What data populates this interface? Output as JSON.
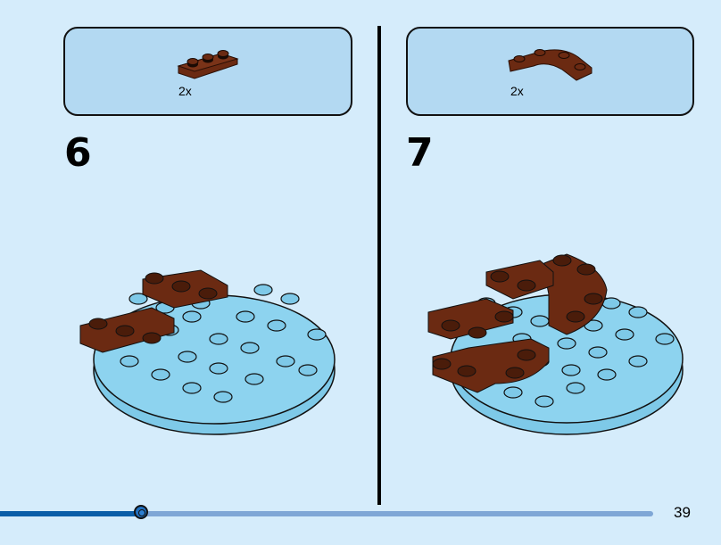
{
  "steps": [
    {
      "number": "6",
      "parts": [
        {
          "name": "brown plate 1x3",
          "quantity": "2x",
          "color": "#6b2a12"
        }
      ],
      "base_color": "#7ec9e8"
    },
    {
      "number": "7",
      "parts": [
        {
          "name": "brown curved plate 4x4 round corner",
          "quantity": "2x",
          "color": "#6b2a12"
        }
      ],
      "base_color": "#7ec9e8"
    }
  ],
  "footer": {
    "page_number": "39",
    "progress_percent": 20
  },
  "colors": {
    "background": "#d5ecfb",
    "parts_box": "#b3d9f2",
    "progress_fill": "#0a5ea8",
    "progress_track": "#7fa7d6",
    "brown": "#6b2a12",
    "light_blue": "#7ec9e8"
  }
}
